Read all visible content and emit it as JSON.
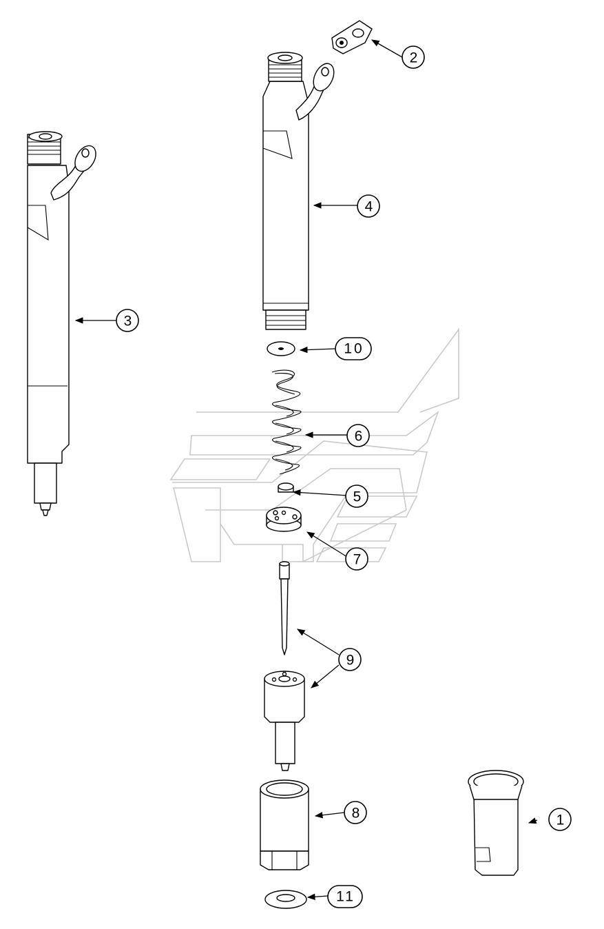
{
  "callouts": [
    {
      "id": "c1",
      "label": "1"
    },
    {
      "id": "c2",
      "label": "2"
    },
    {
      "id": "c3",
      "label": "3"
    },
    {
      "id": "c4",
      "label": "4"
    },
    {
      "id": "c5",
      "label": "5"
    },
    {
      "id": "c6",
      "label": "6"
    },
    {
      "id": "c7",
      "label": "7"
    },
    {
      "id": "c8",
      "label": "8"
    },
    {
      "id": "c9",
      "label": "9"
    },
    {
      "id": "c10",
      "label": "10"
    },
    {
      "id": "c11",
      "label": "11"
    }
  ],
  "colors": {
    "line": "#000000",
    "watermark": "#c9c9c9",
    "background": "#ffffff"
  }
}
